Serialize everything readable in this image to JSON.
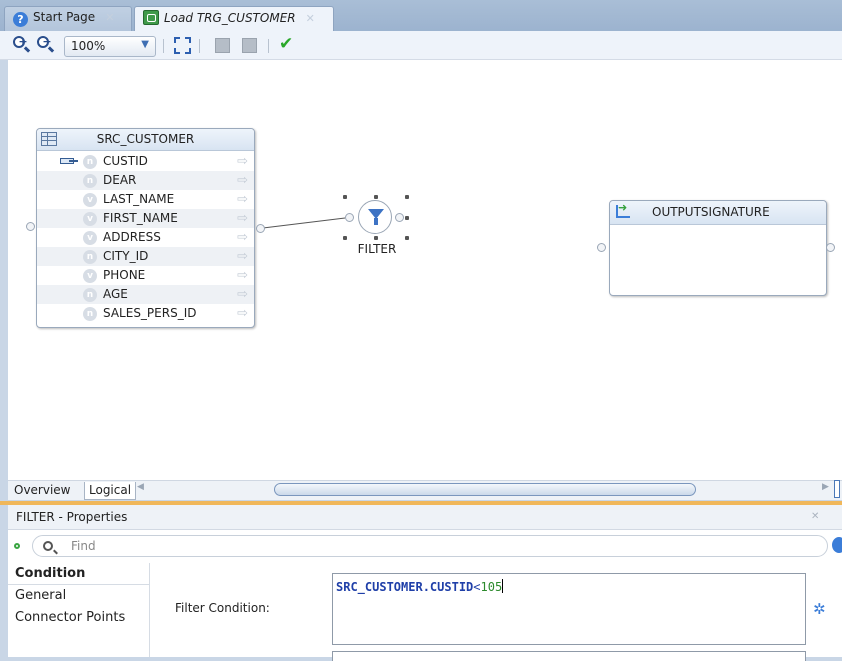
{
  "tabs": [
    {
      "label": "Start Page",
      "icon": "help-icon",
      "active": false
    },
    {
      "label": "Load TRG_CUSTOMER",
      "icon": "mapping-icon",
      "active": true
    }
  ],
  "toolbar": {
    "zoom_level": "100%"
  },
  "datastore": {
    "name": "SRC_CUSTOMER",
    "attributes": [
      {
        "name": "CUSTID",
        "type": "n",
        "key": true
      },
      {
        "name": "DEAR",
        "type": "n",
        "key": false
      },
      {
        "name": "LAST_NAME",
        "type": "v",
        "key": false
      },
      {
        "name": "FIRST_NAME",
        "type": "v",
        "key": false
      },
      {
        "name": "ADDRESS",
        "type": "v",
        "key": false
      },
      {
        "name": "CITY_ID",
        "type": "n",
        "key": false
      },
      {
        "name": "PHONE",
        "type": "v",
        "key": false
      },
      {
        "name": "AGE",
        "type": "n",
        "key": false
      },
      {
        "name": "SALES_PERS_ID",
        "type": "n",
        "key": false
      }
    ]
  },
  "filter_node": {
    "label": "FILTER"
  },
  "output_signature": {
    "name": "OUTPUTSIGNATURE"
  },
  "view_tabs": {
    "overview": "Overview",
    "logical": "Logical"
  },
  "properties": {
    "title": "FILTER - Properties",
    "find_placeholder": "Find",
    "nav": [
      "Condition",
      "General",
      "Connector Points"
    ],
    "filter_condition_label": "Filter Condition:",
    "condition": {
      "column": "SRC_CUSTOMER.CUSTID",
      "operator": "<",
      "value": "105"
    }
  },
  "colors": {
    "accent": "#f0b75a",
    "keyword": "#1f3fa8",
    "number": "#2c8a2c"
  }
}
